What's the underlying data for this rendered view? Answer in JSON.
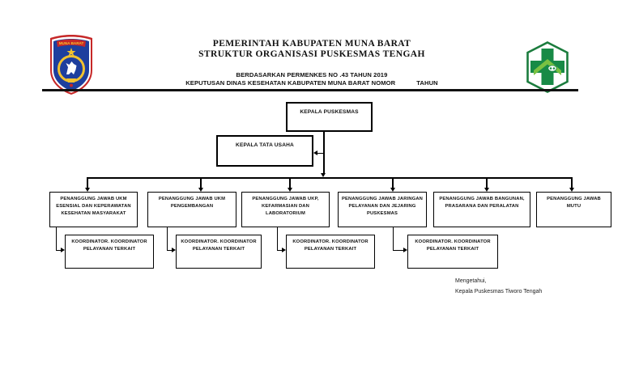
{
  "header": {
    "title_line1": "PEMERINTAH KABUPATEN MUNA BARAT",
    "title_line2": "STRUKTUR ORGANISASI PUSKESMAS TENGAH",
    "subtitle_line1": "BERDASARKAN PERMENKES NO .43 TAHUN 2019",
    "subtitle_line2_left": "KEPUTUSAN DINAS KESEHATAN KABUPATEN MUNA BARAT NOMOR",
    "subtitle_line2_right": "TAHUN",
    "left_logo_banner": "MUNA BARAT"
  },
  "org_chart": {
    "kepala_puskesmas": "KEPALA PUSKESMAS",
    "kepala_tata_usaha": "KEPALA TATA USAHA",
    "departments": [
      {
        "label": "PENANGGUNG JAWAB UKM ESENSIAL DAN KEPERAWATAN KESEHATAN MASYARAKAT"
      },
      {
        "label": "PENANGGUNG JAWAB UKM PENGEMBANGAN"
      },
      {
        "label": "PENANGGUNG JAWAB UKP, KEFARMASIAN DAN LABORATORIUM"
      },
      {
        "label": "PENANGGUNG JAWAB JARINGAN PELAYANAN DAN JEJARING PUSKESMAS"
      },
      {
        "label": "PENANGGUNG JAWAB BANGUNAN, PRASARANA DAN PERALATAN"
      },
      {
        "label": "PENANGGUNG JAWAB MUTU"
      }
    ],
    "coordinators": [
      {
        "label": "KOORDINATOR. KOORDINATOR PELAYANAN TERKAIT"
      },
      {
        "label": "KOORDINATOR. KOORDINATOR PELAYANAN TERKAIT"
      },
      {
        "label": "KOORDINATOR. KOORDINATOR PELAYANAN TERKAIT"
      },
      {
        "label": "KOORDINATOR. KOORDINATOR PELAYANAN TERKAIT"
      }
    ]
  },
  "signature": {
    "line1": "Mengetahui,",
    "line2": "Kepala Puskesmas Tiworo Tengah"
  },
  "colors": {
    "line": "#000000",
    "crest_red": "#c62828",
    "crest_blue": "#1e3f9e",
    "crest_yellow": "#f2c230",
    "puskesmas_green": "#188a46",
    "puskesmas_light_green": "#7ac142"
  }
}
